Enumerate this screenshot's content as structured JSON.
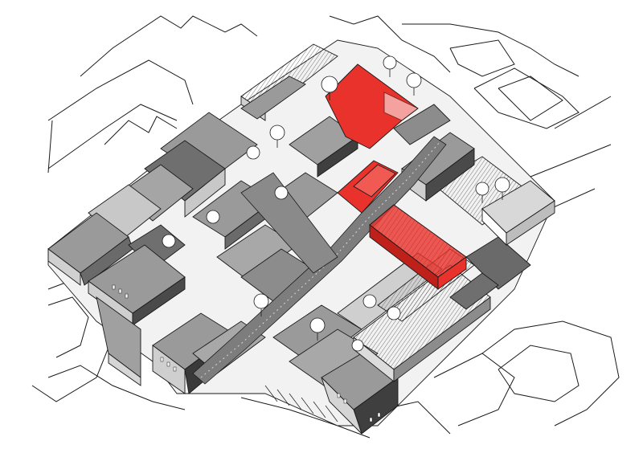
{
  "diagram": {
    "type": "axonometric urban block drawing",
    "text_labels": [],
    "colors": {
      "background": "#ffffff",
      "outline": "#1a1a1a",
      "roof_grey": "#9a9a9a",
      "roof_dark": "#6f6f6f",
      "roof_light": "#c8c8c8",
      "street": "#7d7d7d",
      "highlight_red": "#e8322b",
      "highlight_red_dark": "#c0201a",
      "tree": "#ffffff"
    },
    "highlighted_elements": [
      "red-plaza-north",
      "red-plaza-middle",
      "red-hall-building"
    ]
  }
}
